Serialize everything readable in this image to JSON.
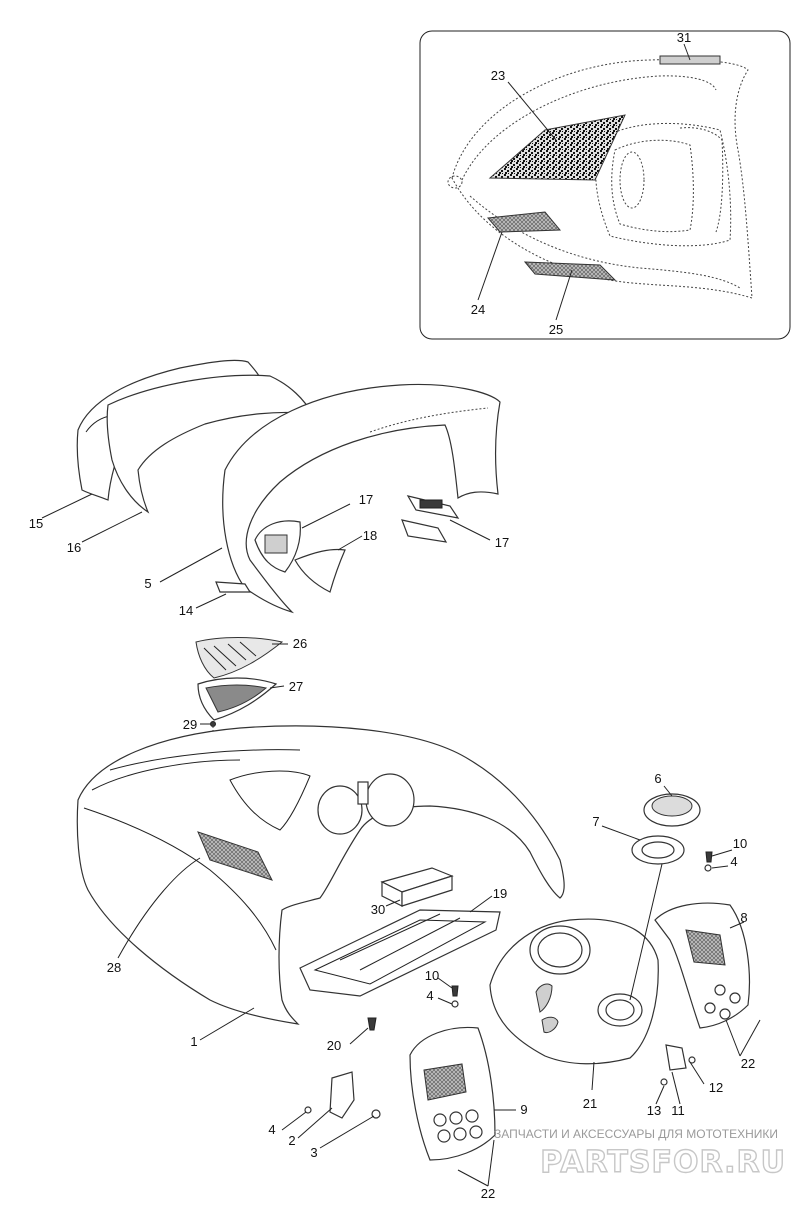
{
  "labels": [
    {
      "id": "31",
      "text": "31"
    },
    {
      "id": "23",
      "text": "23"
    },
    {
      "id": "24",
      "text": "24"
    },
    {
      "id": "25",
      "text": "25"
    },
    {
      "id": "15",
      "text": "15"
    },
    {
      "id": "16",
      "text": "16"
    },
    {
      "id": "5",
      "text": "5"
    },
    {
      "id": "14",
      "text": "14"
    },
    {
      "id": "17a",
      "text": "17"
    },
    {
      "id": "18",
      "text": "18"
    },
    {
      "id": "17b",
      "text": "17"
    },
    {
      "id": "26",
      "text": "26"
    },
    {
      "id": "27",
      "text": "27"
    },
    {
      "id": "29",
      "text": "29"
    },
    {
      "id": "6",
      "text": "6"
    },
    {
      "id": "7",
      "text": "7"
    },
    {
      "id": "10a",
      "text": "10"
    },
    {
      "id": "4a",
      "text": "4"
    },
    {
      "id": "8",
      "text": "8"
    },
    {
      "id": "28",
      "text": "28"
    },
    {
      "id": "30",
      "text": "30"
    },
    {
      "id": "19",
      "text": "19"
    },
    {
      "id": "10b",
      "text": "10"
    },
    {
      "id": "4b",
      "text": "4"
    },
    {
      "id": "22a",
      "text": "22"
    },
    {
      "id": "1",
      "text": "1"
    },
    {
      "id": "20",
      "text": "20"
    },
    {
      "id": "12",
      "text": "12"
    },
    {
      "id": "9",
      "text": "9"
    },
    {
      "id": "21",
      "text": "21"
    },
    {
      "id": "13",
      "text": "13"
    },
    {
      "id": "11",
      "text": "11"
    },
    {
      "id": "4c",
      "text": "4"
    },
    {
      "id": "2",
      "text": "2"
    },
    {
      "id": "3",
      "text": "3"
    },
    {
      "id": "22b",
      "text": "22"
    }
  ],
  "watermark": {
    "tagline": "ЗАПЧАСТИ И АКСЕССУАРЫ ДЛЯ МОТОТЕХНИКИ",
    "logo": "PARTSFOR.RU"
  },
  "colors": {
    "line": "#222222",
    "watermark": "#c7c7c7"
  }
}
